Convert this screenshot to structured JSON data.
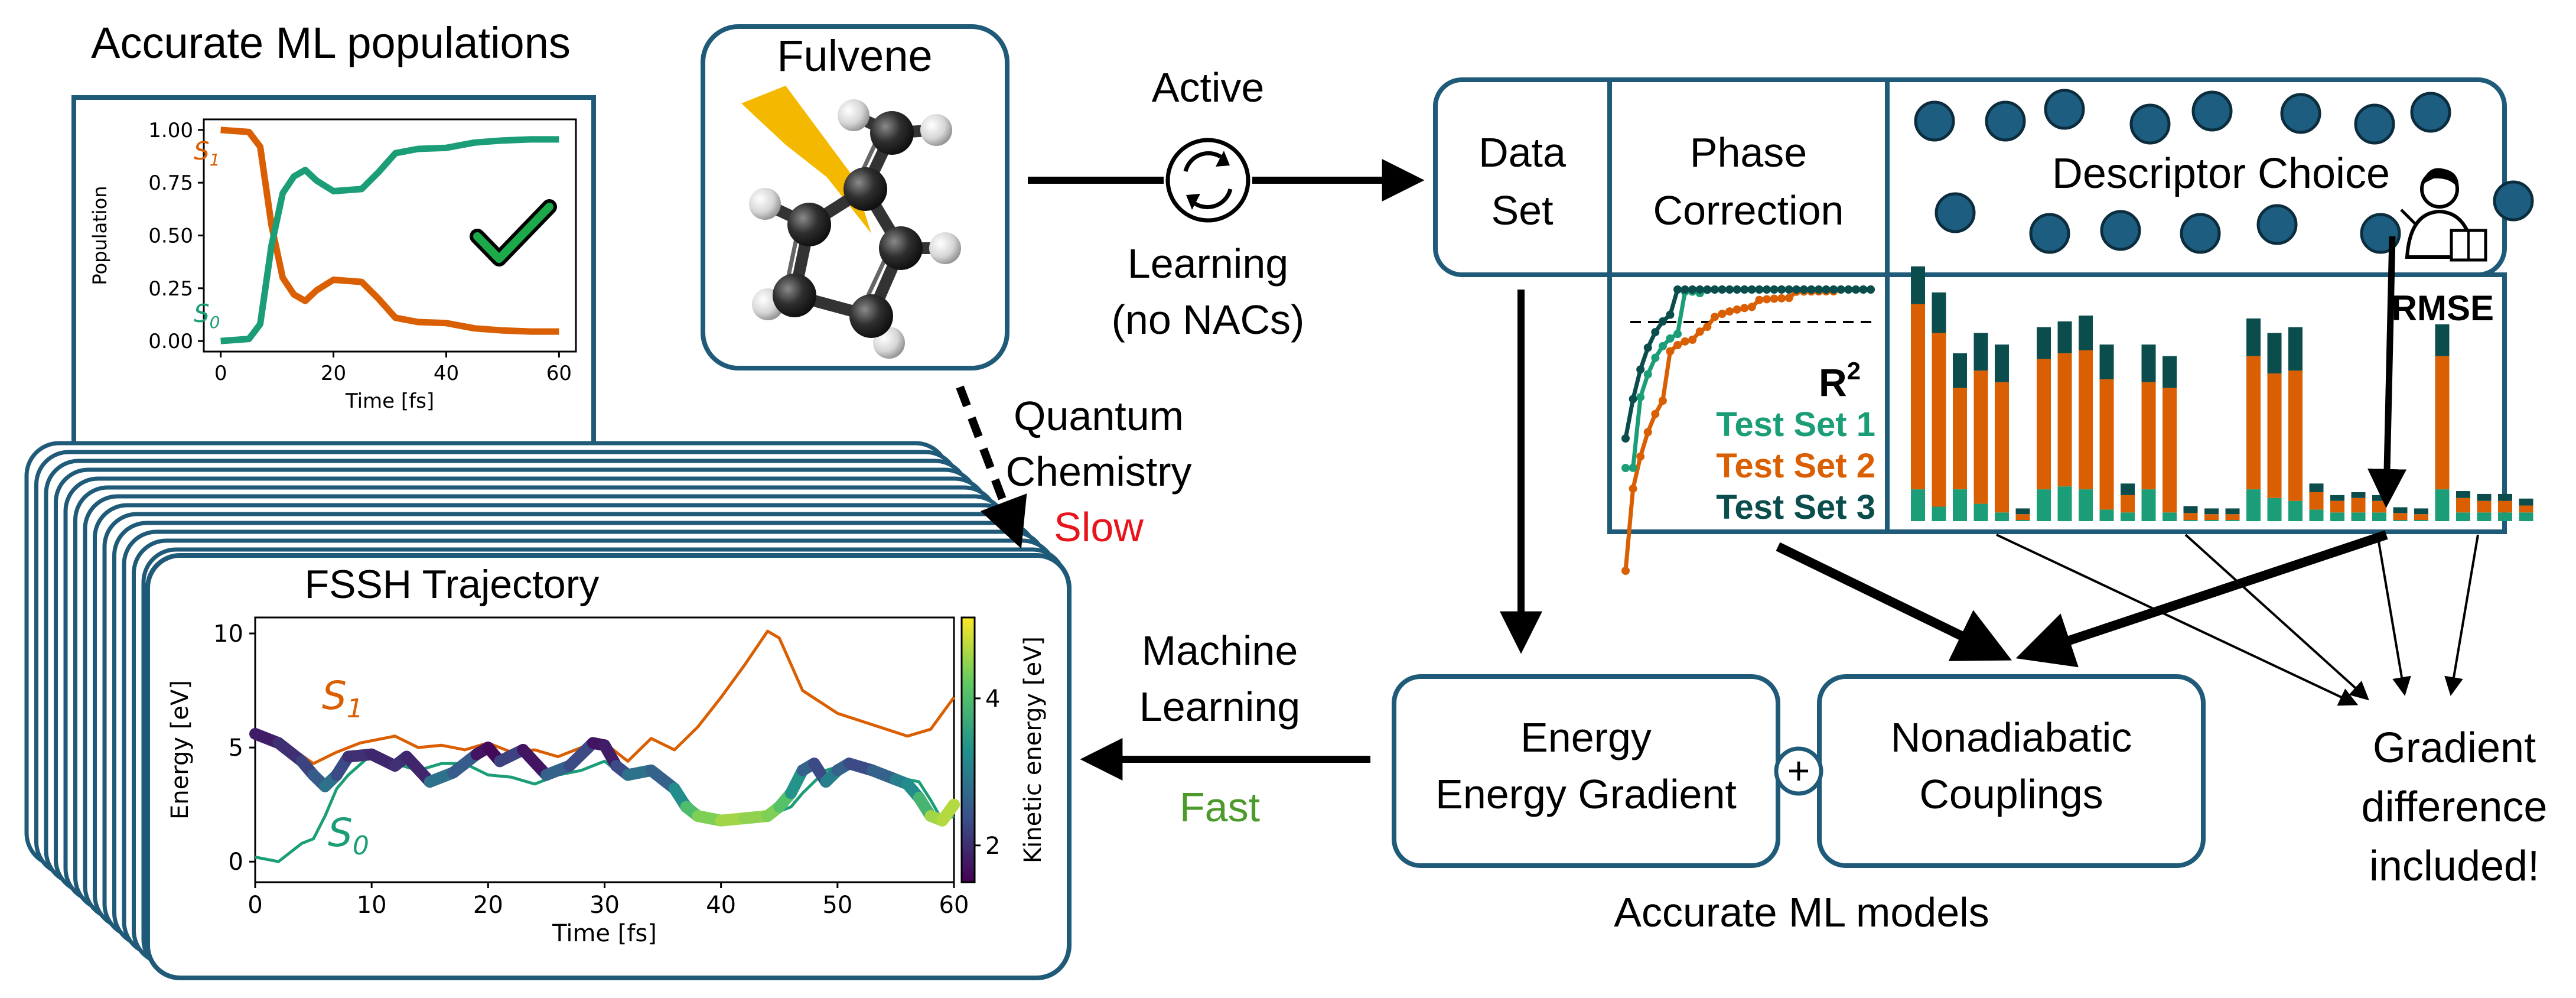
{
  "colors": {
    "box_border": "#1f5a78",
    "orange": "#d95f02",
    "green": "#1b9e77",
    "dark_teal": "#0b4d4c",
    "slow": "#e8141b",
    "fast": "#4c9a2a",
    "lightning": "#f5b800",
    "dot": "#1d5d7f"
  },
  "populations": {
    "title": "Accurate ML populations",
    "y_label": "Population",
    "x_label": "Time [fs]",
    "y_ticks": [
      "0.00",
      "0.25",
      "0.50",
      "0.75",
      "1.00"
    ],
    "x_ticks": [
      "0",
      "20",
      "40",
      "60"
    ],
    "s1_label": "S",
    "s1_sub": "1",
    "s0_label": "S",
    "s0_sub": "0"
  },
  "fulvene": {
    "title": "Fulvene"
  },
  "active_learning": {
    "line1": "Active",
    "line2": "Learning",
    "line3": "(no NACs)",
    "icon": "refresh-cycle-icon"
  },
  "top_right": {
    "data_set_line1": "Data",
    "data_set_line2": "Set",
    "phase_line1": "Phase",
    "phase_line2": "Correction",
    "descriptor": "Descriptor Choice",
    "rmse": "RMSE",
    "r2_label": "R",
    "r2_sup": "2",
    "test1": "Test Set 1",
    "test2": "Test Set 2",
    "test3": "Test Set 3"
  },
  "quantum": {
    "line1": "Quantum",
    "line2": "Chemistry",
    "speed": "Slow"
  },
  "fssh": {
    "title": "FSSH Trajectory",
    "y_label": "Energy [eV]",
    "x_label": "Time [fs]",
    "cbar_label": "Kinetic energy [eV]",
    "y_ticks": [
      "0",
      "5",
      "10"
    ],
    "x_ticks": [
      "0",
      "10",
      "20",
      "30",
      "40",
      "50",
      "60"
    ],
    "cbar_ticks": [
      "2",
      "4"
    ],
    "s1_label": "S",
    "s1_sub": "1",
    "s0_label": "S",
    "s0_sub": "0"
  },
  "machine_learning": {
    "line1": "Machine",
    "line2": "Learning",
    "speed": "Fast"
  },
  "models": {
    "energy_line1": "Energy",
    "energy_line2": "Energy Gradient",
    "plus": "+",
    "nac_line1": "Nonadiabatic",
    "nac_line2": "Couplings",
    "caption": "Accurate ML models"
  },
  "gradient_note": {
    "line1": "Gradient",
    "line2": "difference",
    "line3": "included!"
  }
}
